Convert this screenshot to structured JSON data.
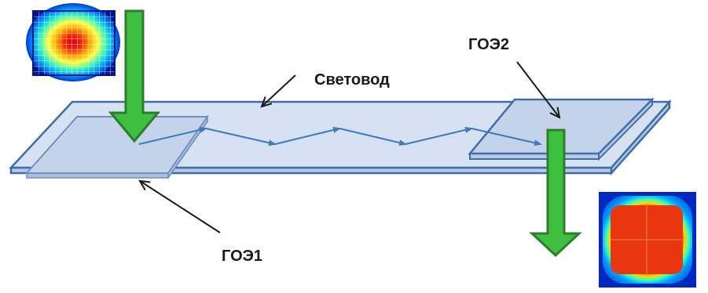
{
  "labels": {
    "waveguide": "Световод",
    "hoe1": "ГОЭ1",
    "hoe2": "ГОЭ2"
  },
  "colors": {
    "plate_fill": "#d6e1f1",
    "plate_stroke": "#3f6fa8",
    "element_fill": "#c4d3ea",
    "beam_arrow": "#3fbf3f",
    "ray": "#3e7cc0",
    "annotation": "#1a1a1a"
  },
  "icons": {
    "input_beam_profile": "gaussian-beam-heatmap",
    "output_beam_profile": "flat-top-beam-heatmap"
  }
}
